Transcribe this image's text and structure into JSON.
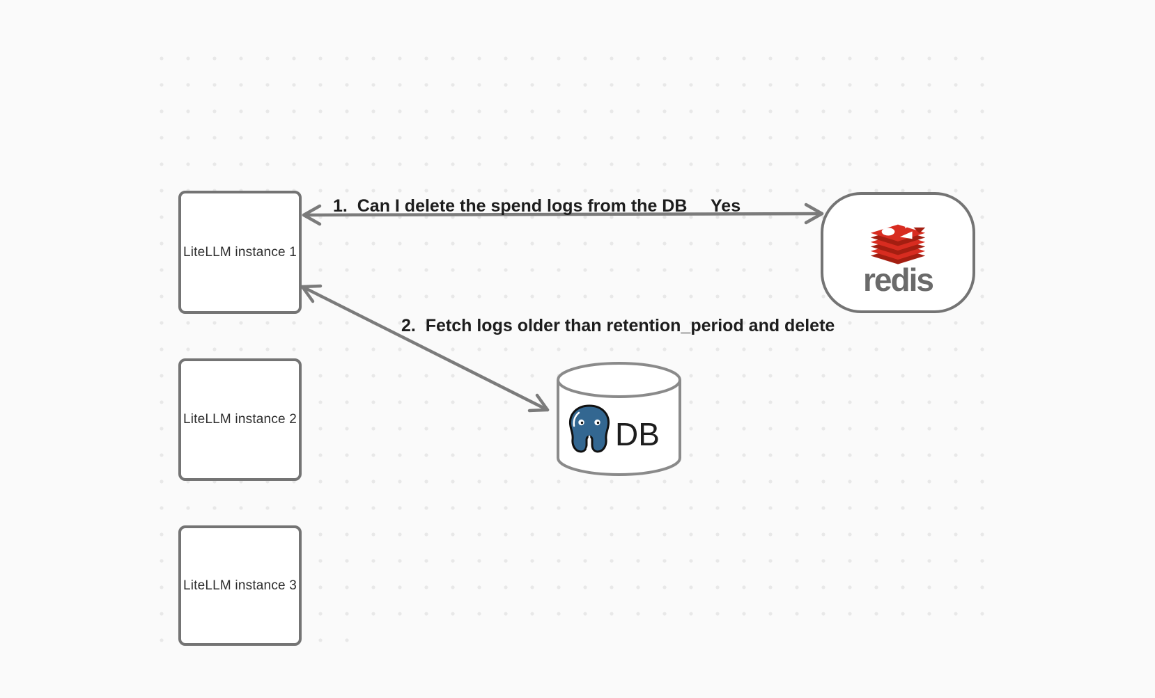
{
  "canvas": {
    "background": "#fafafa",
    "dot_color": "#e8e8e8"
  },
  "colors": {
    "canvas_bg": "#fafafa",
    "dot_color": "#e8e8e8",
    "node_border": "#747474",
    "node_text": "#2d2d2d",
    "arrow": "#7b7b7b",
    "label_text": "#1d1d1d",
    "cylinder_border": "#8a8a8a",
    "redis_red": "#d82c20",
    "redis_dark_red": "#a41e11",
    "redis_wordmark": "#6a6a6a",
    "postgres_blue": "#336791",
    "db_text": "#1d1d1d"
  },
  "nodes": {
    "instance1": {
      "label": "LiteLLM instance 1"
    },
    "instance2": {
      "label": "LiteLLM instance 2"
    },
    "instance3": {
      "label": "LiteLLM instance 3"
    },
    "redis": {
      "wordmark": "redis",
      "icon": "redis-stack-icon"
    },
    "db": {
      "label": "DB",
      "icon": "postgresql-elephant-icon"
    }
  },
  "edges": {
    "edge1": {
      "question": "1.  Can I delete the spend logs from the DB",
      "answer": "Yes"
    },
    "edge2": {
      "label": "2.  Fetch logs older than retention_period and delete"
    }
  }
}
